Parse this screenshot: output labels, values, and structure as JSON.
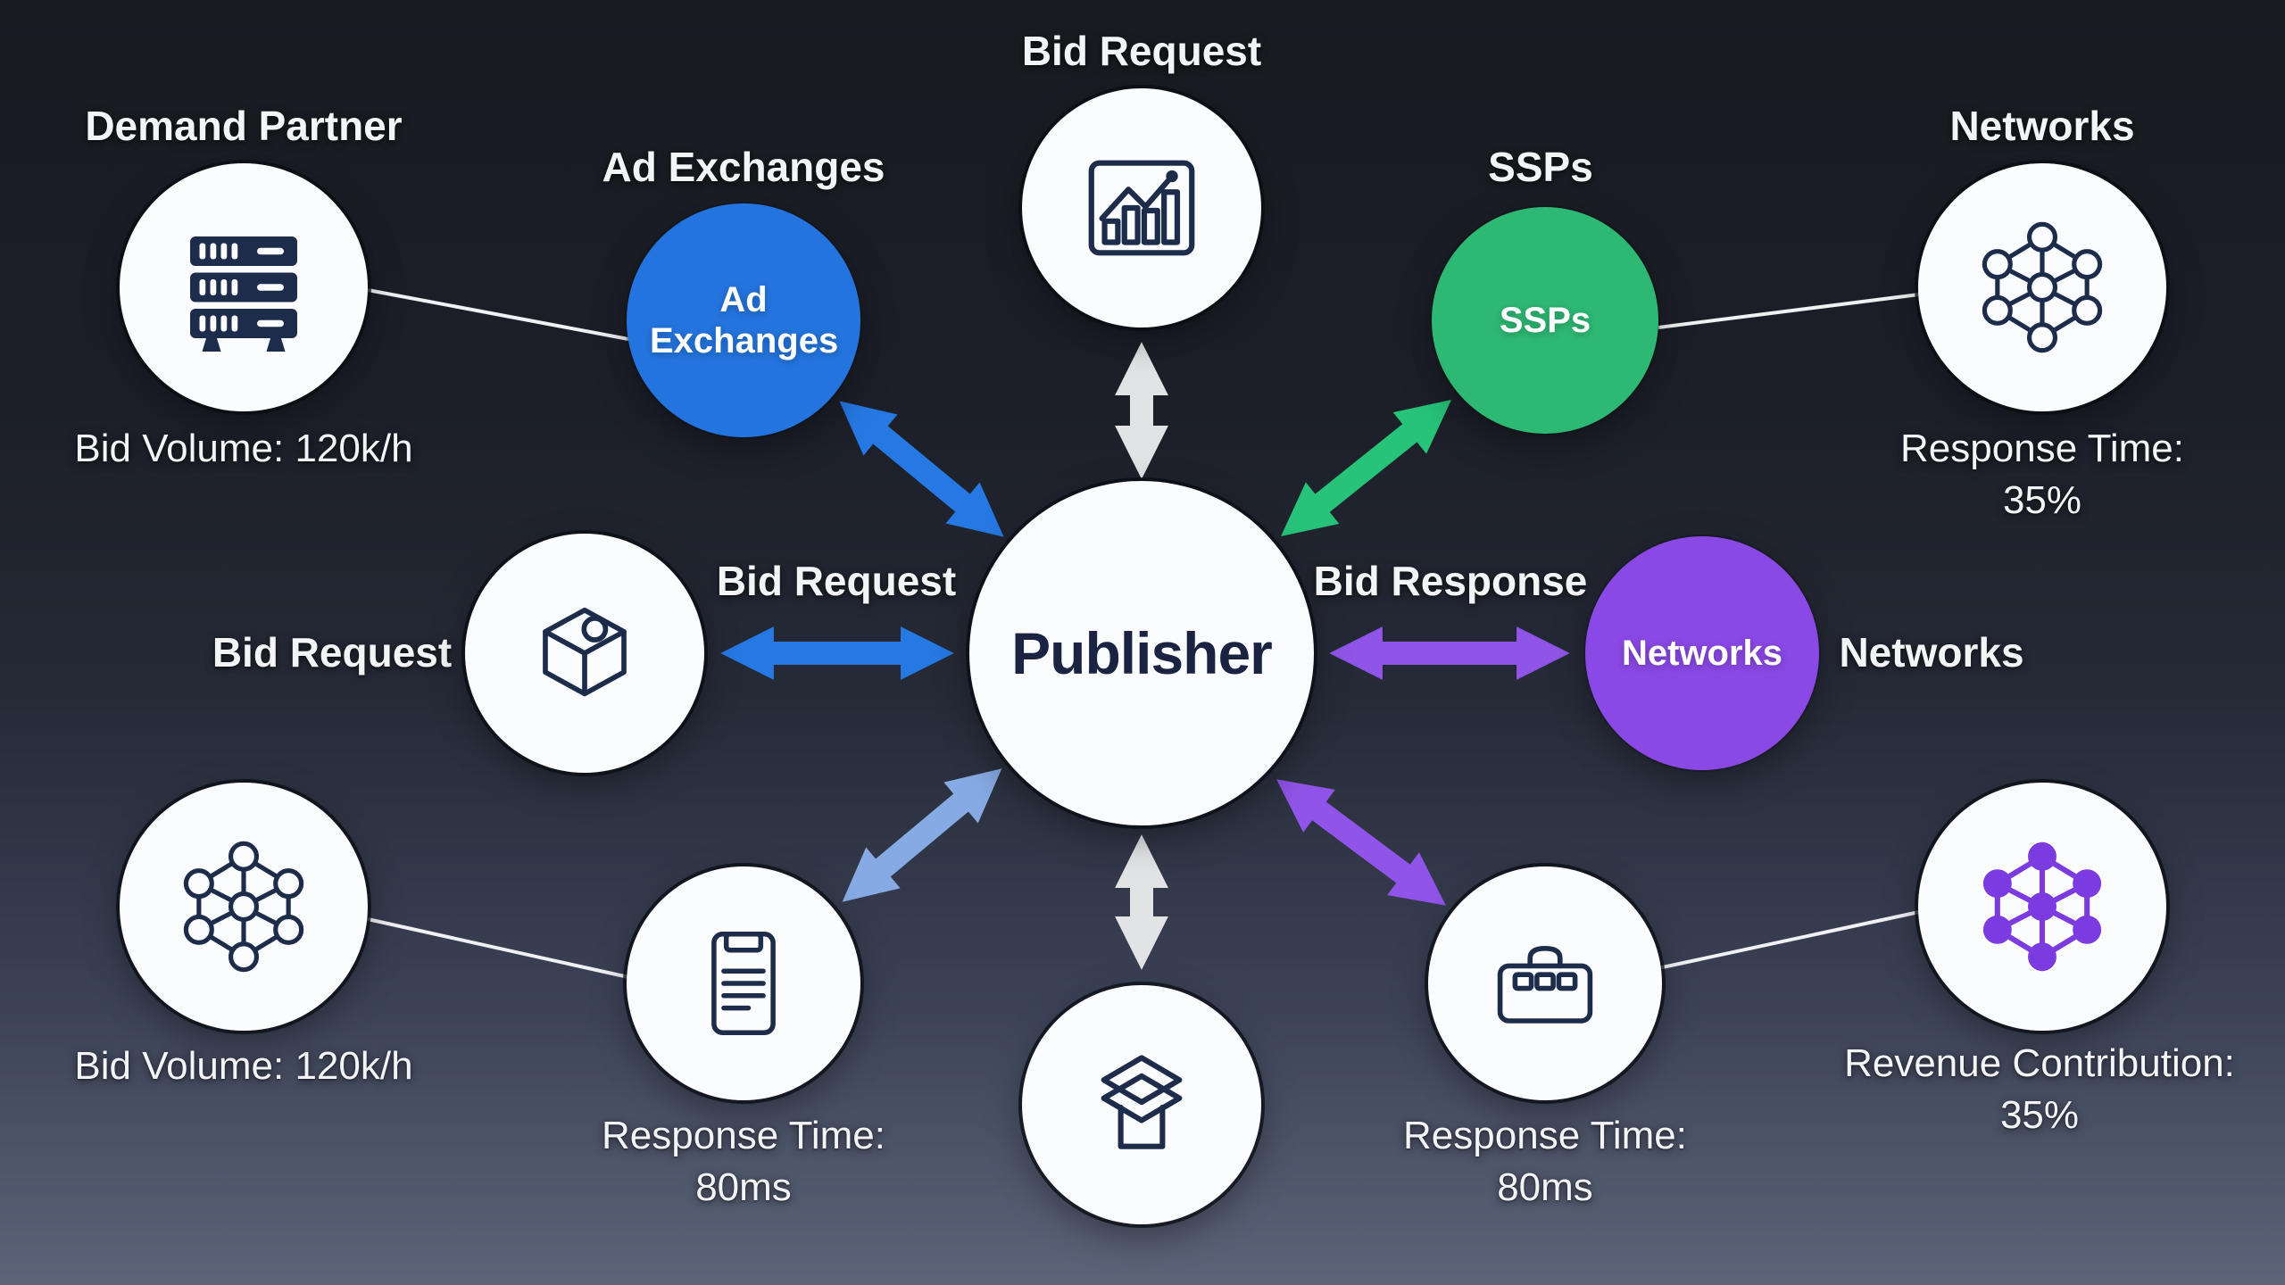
{
  "colors": {
    "accent_blue": "#2374de",
    "accent_green": "#2db873",
    "accent_purple": "#8a48e4",
    "arrow_blue": "#2678e3",
    "arrow_green": "#27c379",
    "arrow_purple": "#9154e8",
    "arrow_light_blue": "#86aae3",
    "arrow_grey": "#e2e3e5",
    "icon_navy": "#1e2c4c",
    "icon_purple": "#7c3be0",
    "publisher_text": "#1b2343"
  },
  "center": {
    "label": "Publisher"
  },
  "nodes": {
    "demand_partner": {
      "title": "Demand Partner",
      "metric": "Bid Volume: 120k/h",
      "icon": "server-icon"
    },
    "ad_exchanges": {
      "title": "Ad Exchanges",
      "circle_label": "Ad Exchanges"
    },
    "bid_request_top": {
      "title": "Bid Request",
      "icon": "bar-chart-icon"
    },
    "ssps": {
      "title": "SSPs",
      "circle_label": "SSPs"
    },
    "networks_top": {
      "title": "Networks",
      "metric": "Response Time: 35%",
      "icon": "network-icon"
    },
    "bid_request_left": {
      "title": "Bid Request",
      "icon": "cube-icon"
    },
    "networks_mid": {
      "circle_label": "Networks",
      "title": "Networks"
    },
    "bid_volume_bottom": {
      "metric": "Bid Volume: 120k/h",
      "icon": "network-icon"
    },
    "response_time_left": {
      "metric": "Response Time: 80ms",
      "icon": "document-icon"
    },
    "layers_node": {
      "icon": "layers-icon"
    },
    "response_time_right": {
      "metric": "Response Time: 80ms",
      "icon": "briefcase-icon"
    },
    "revenue": {
      "metric": "Revenue Contribution: 35%",
      "icon": "network-filled-icon"
    }
  },
  "arrow_labels": {
    "bid_request": "Bid Request",
    "bid_response": "Bid Response"
  }
}
